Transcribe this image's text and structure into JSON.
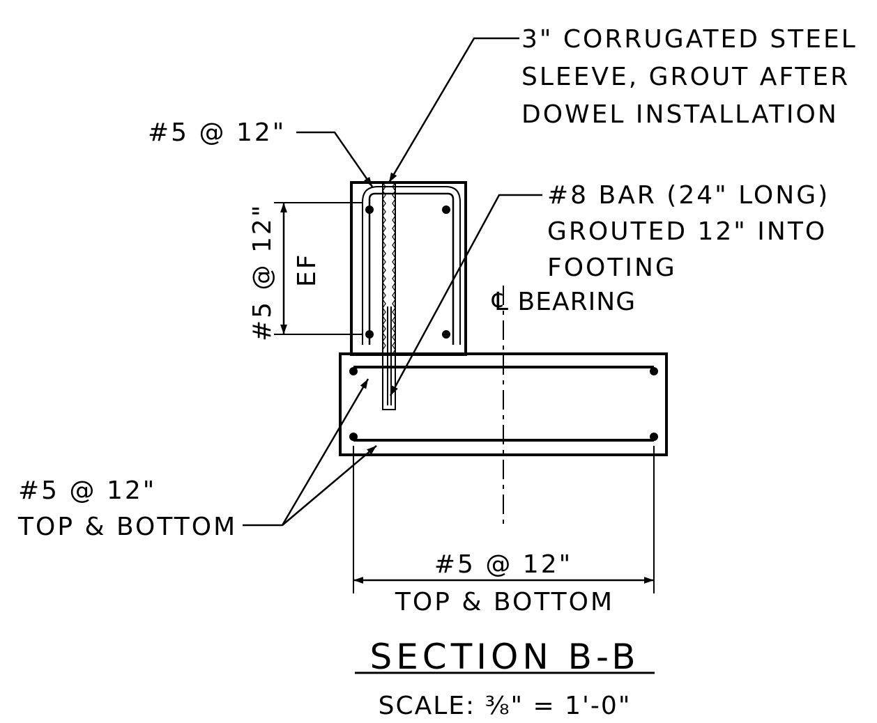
{
  "drawing": {
    "callouts": {
      "sleeve": [
        "3\" CORRUGATED STEEL",
        "SLEEVE, GROUT AFTER",
        "DOWEL INSTALLATION"
      ],
      "stem_bar": "#5 @ 12\"",
      "dowel": [
        "#8 BAR (24\" LONG)",
        "GROUTED 12\" INTO",
        "FOOTING"
      ],
      "bearing": "℄ BEARING",
      "stem_vertical": [
        "#5 @ 12\"",
        "EF"
      ],
      "footing_left": [
        "#5 @ 12\"",
        "TOP & BOTTOM"
      ],
      "footing_bottom": [
        "#5 @ 12\"",
        "TOP & BOTTOM"
      ]
    },
    "title": "SECTION B-B",
    "scale": "SCALE: ⅜\" = 1'-0\""
  }
}
